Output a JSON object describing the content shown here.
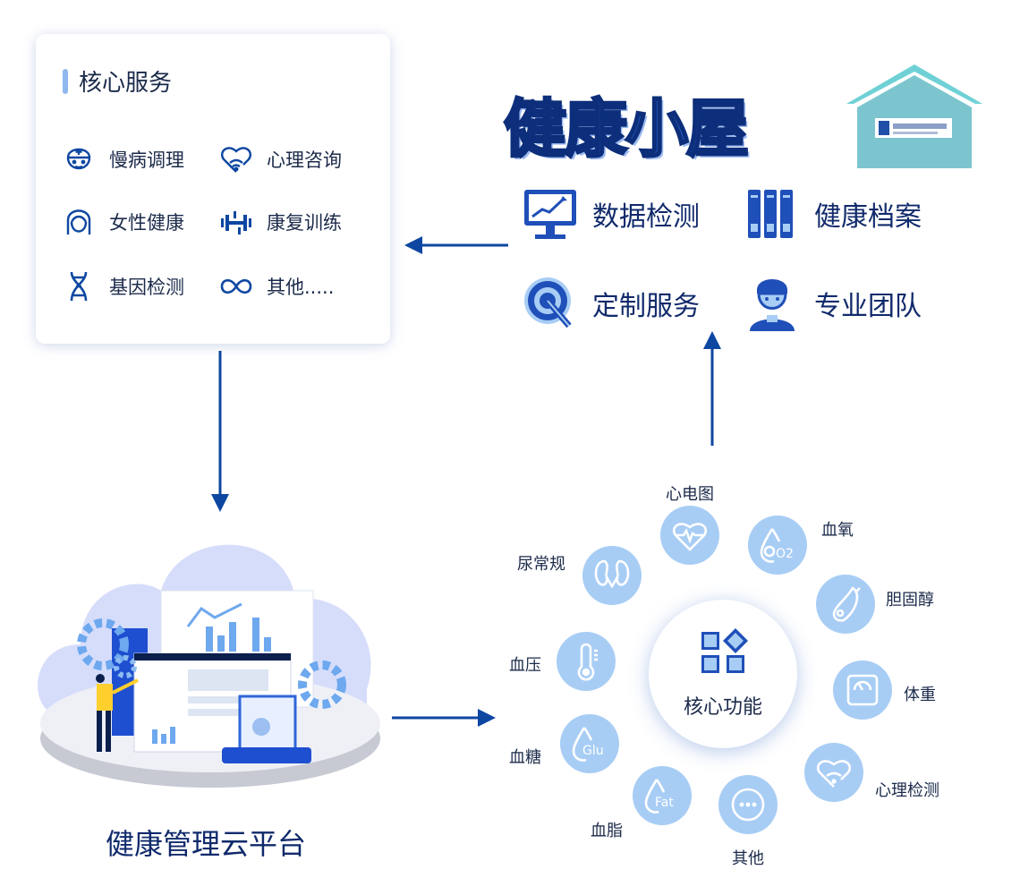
{
  "core_services": {
    "title": "核心服务",
    "items": [
      {
        "label": "慢病调理",
        "icon": "nurse-icon"
      },
      {
        "label": "心理咨询",
        "icon": "heart-stethoscope-icon"
      },
      {
        "label": "女性健康",
        "icon": "woman-icon"
      },
      {
        "label": "康复训练",
        "icon": "dumbbell-icon"
      },
      {
        "label": "基因检测",
        "icon": "dna-icon"
      },
      {
        "label": "其他.....",
        "icon": "infinity-icon"
      }
    ]
  },
  "health_cabin": {
    "title": "健康小屋",
    "features": [
      {
        "label": "数据检测",
        "icon": "monitor-chart-icon"
      },
      {
        "label": "健康档案",
        "icon": "archive-icon"
      },
      {
        "label": "定制服务",
        "icon": "target-icon"
      },
      {
        "label": "专业团队",
        "icon": "doctor-icon"
      }
    ]
  },
  "platform": {
    "label": "健康管理云平台"
  },
  "core_function": {
    "label": "核心功能",
    "nodes": [
      {
        "label": "心电图",
        "icon": "ecg-heart-icon"
      },
      {
        "label": "血氧",
        "icon": "o2-drop-icon",
        "text": "O2"
      },
      {
        "label": "胆固醇",
        "icon": "liver-icon"
      },
      {
        "label": "体重",
        "icon": "scale-icon"
      },
      {
        "label": "心理检测",
        "icon": "heart-stethoscope-icon"
      },
      {
        "label": "其他",
        "icon": "more-icon"
      },
      {
        "label": "血脂",
        "icon": "fat-drop-icon",
        "text": "Fat"
      },
      {
        "label": "血糖",
        "icon": "glu-drop-icon",
        "text": "Glu"
      },
      {
        "label": "血压",
        "icon": "thermometer-icon"
      },
      {
        "label": "尿常规",
        "icon": "kidney-icon"
      }
    ]
  },
  "colors": {
    "primary": "#0d47a1",
    "node": "#a8cdf5",
    "brand": "#2e6fe0"
  }
}
